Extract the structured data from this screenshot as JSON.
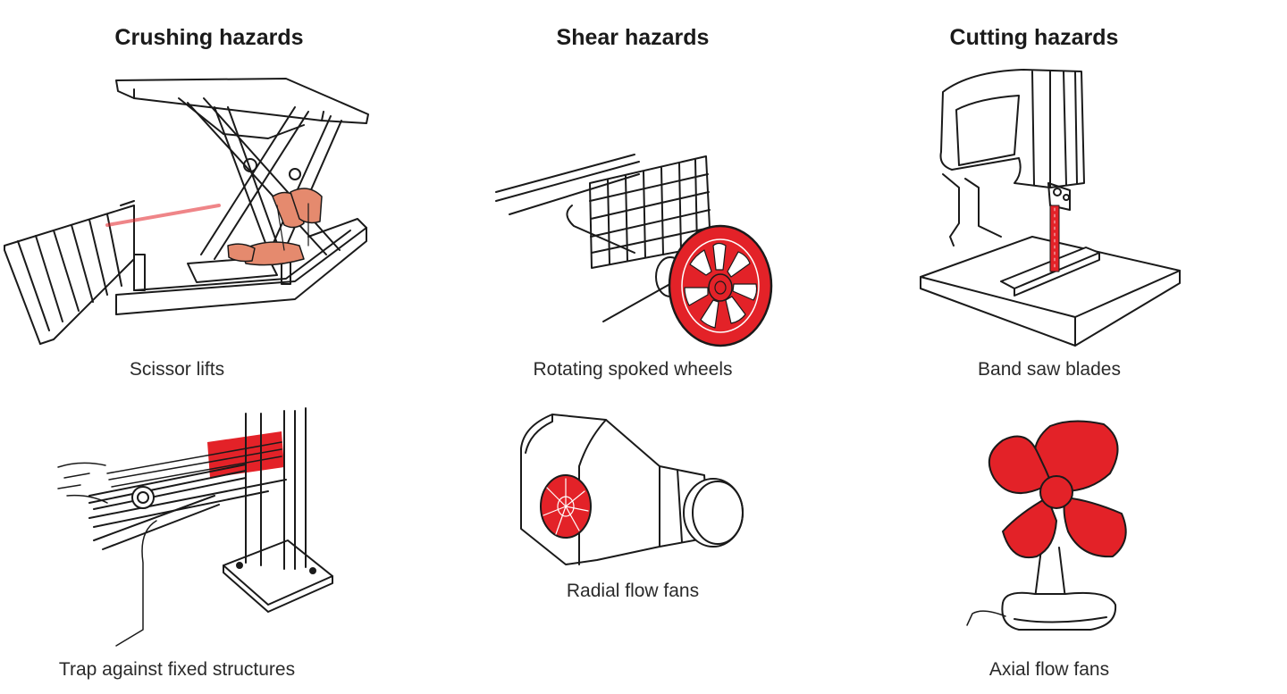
{
  "colors": {
    "hazard_red": "#e32228",
    "hazard_salmon": "#e58a6e",
    "line": "#1a1a1a"
  },
  "columns": [
    {
      "heading": "Crushing hazards",
      "items": [
        {
          "caption": "Scissor lifts",
          "illustration": "scissor-lift"
        },
        {
          "caption": "Trap against fixed structures",
          "illustration": "conveyor-fixed-structure"
        }
      ]
    },
    {
      "heading": "Shear hazards",
      "items": [
        {
          "caption": "Rotating spoked wheels",
          "illustration": "spoked-wheel"
        },
        {
          "caption": "Radial flow fans",
          "illustration": "radial-fan"
        }
      ]
    },
    {
      "heading": "Cutting hazards",
      "items": [
        {
          "caption": "Band saw blades",
          "illustration": "band-saw"
        },
        {
          "caption": "Axial flow fans",
          "illustration": "axial-fan"
        }
      ]
    }
  ]
}
